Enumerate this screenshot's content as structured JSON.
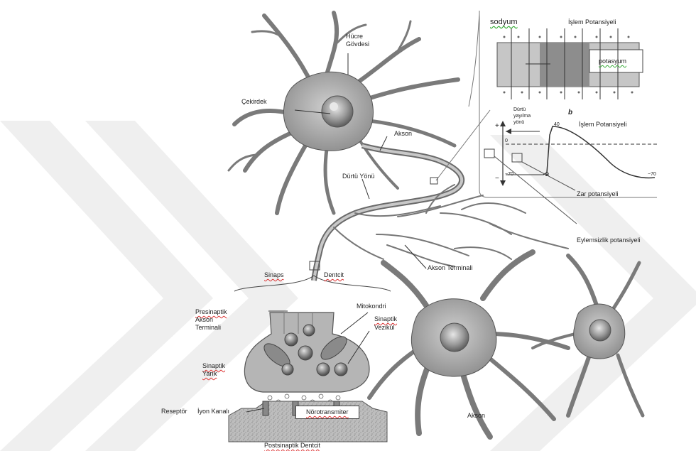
{
  "labels": {
    "hucre_govdesi": "Hücre\nGövdesi",
    "cekirdek": "Çekirdek",
    "akson_top": "Akson",
    "durtu_yonu": "Dürtü Yönü",
    "sodyum": "sodyum",
    "islem_potansiyeli_top": "İşlem Potansiyeli",
    "potasyum": "potasyum",
    "durtu_yayilma_yonu": "Dürtü\nyayılma\nyönü",
    "islem_potansiyeli_graph": "İşlem Potansiyeli",
    "zar_potansiyeli": "Zar potansiyeli",
    "eylemsizlik_potansiyeli": "Eylemsizlik potansiyeli",
    "sinaps": "Sinaps",
    "dentcit": "Dentcit",
    "akson_terminali": "Akson Terminali",
    "mitokondri": "Mitokondri",
    "presinaptik": "Presinaptik",
    "akson_terminali_2": "Akson\nTerminali",
    "sinaptik_vezikul_1": "Sinaptik",
    "sinaptik_vezikul_2": "Vezikül",
    "sinaptik_yarik_1": "Sinaptik",
    "sinaptik_yarik_2": "Yarık",
    "reseptor": "Reseptör",
    "iyon_kanali": "İyon Kanalı",
    "norotransmiter": "Nörotransmiter",
    "akson_bottom": "Akson",
    "postsinaptik_dentcit": "Postsinaptik Dentcit"
  },
  "graph": {
    "plus": "+",
    "minus": "−",
    "zero": "0",
    "v40": "40",
    "vneg70_left": "−70",
    "vneg70_right": "−70",
    "point_a": "a",
    "point_b": "b"
  },
  "colors": {
    "background": "#ffffff",
    "neuron_fill": "#b9b9b9",
    "neuron_dark": "#6e6e6e",
    "axon_channel_dark": "#8a8a8a",
    "axon_channel_light": "#c4c4c4",
    "watermark": "#ececec",
    "underline_red": "#d33333",
    "underline_green": "#33aa33"
  }
}
